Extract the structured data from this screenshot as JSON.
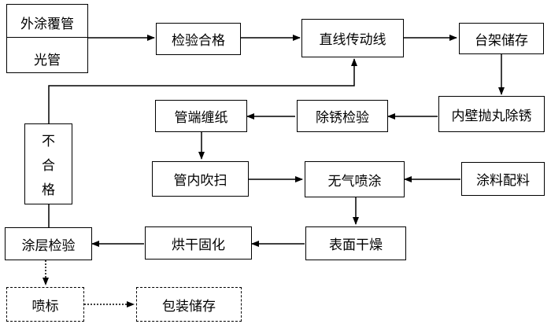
{
  "nodes": {
    "outer_coating": "外涂覆管",
    "bare_pipe": "光管",
    "inspect_pass": "检验合格",
    "conveyor": "直线传动线",
    "rack_storage": "台架储存",
    "inner_blast": "内壁抛丸除锈",
    "rust_inspect": "除锈检验",
    "end_wrap": "管端缠纸",
    "inner_blow": "管内吹扫",
    "airless_spray": "无气喷涂",
    "paint_mix": "涂料配料",
    "surface_dry": "表面干燥",
    "bake_cure": "烘干固化",
    "coat_inspect": "涂层检验",
    "fail": [
      "不",
      "合",
      "格"
    ],
    "mark_spray": "喷标",
    "pack_storage": "包装储存"
  }
}
